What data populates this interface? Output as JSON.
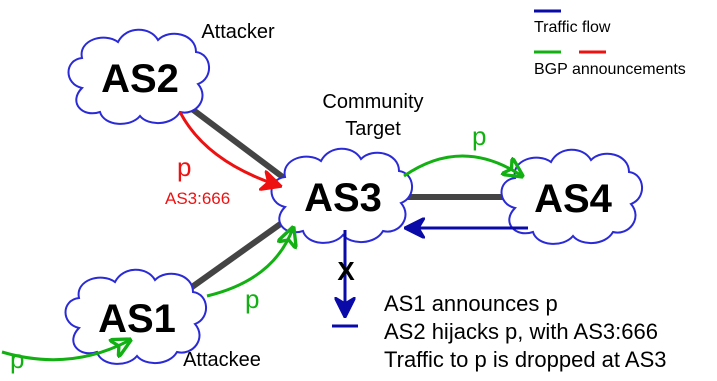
{
  "colors": {
    "traffic": "#0a0aa8",
    "announce_green": "#12b012",
    "announce_red": "#ee1111",
    "link": "#444444",
    "cloud_border": "#2a2ad6"
  },
  "legend": {
    "traffic_label": "Traffic flow",
    "bgp_label": "BGP announcements"
  },
  "nodes": {
    "as2": {
      "name": "AS2",
      "role": "Attacker"
    },
    "as3": {
      "name": "AS3",
      "role_line1": "Community",
      "role_line2": "Target"
    },
    "as4": {
      "name": "AS4"
    },
    "as1": {
      "name": "AS1",
      "role": "Attackee"
    }
  },
  "announcements": {
    "as2_prefix": "p",
    "as2_community": "AS3:666",
    "as1_to_as3_prefix": "p",
    "external_to_as1_prefix": "p",
    "as3_to_as4_prefix": "p"
  },
  "drop_mark": "X",
  "notes": [
    "AS1 announces p",
    "AS2 hijacks p, with AS3:666",
    "Traffic to p is dropped at AS3"
  ]
}
